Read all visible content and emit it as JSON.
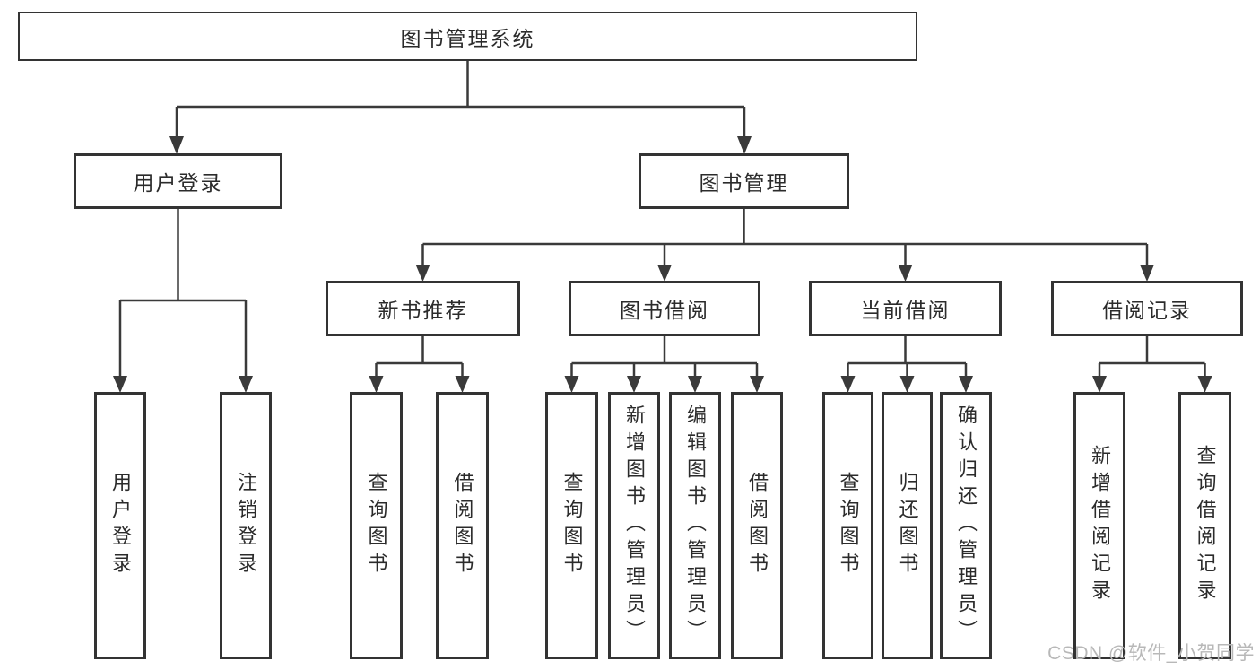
{
  "colors": {
    "background": "#ffffff",
    "line": "#3a3a3a",
    "box_border": "#333333",
    "text": "#2b2b2b",
    "watermark": "#b8b8b8"
  },
  "diagram": {
    "root": "图书管理系统",
    "level2": {
      "user_login": "用户登录",
      "book_management": "图书管理"
    },
    "level3": {
      "new_book_recommend": "新书推荐",
      "book_borrow": "图书借阅",
      "current_borrow": "当前借阅",
      "borrow_records": "借阅记录"
    },
    "level4": {
      "user_login": "用户登录",
      "logout": "注销登录",
      "recommend_query_books": "查询图书",
      "recommend_borrow_books": "借阅图书",
      "borrow_query_books": "查询图书",
      "borrow_add_books_admin": "新增图书（管理员）",
      "borrow_edit_books_admin": "编辑图书（管理员）",
      "borrow_borrow_books": "借阅图书",
      "current_query_books": "查询图书",
      "current_return_books": "归还图书",
      "current_confirm_return_admin": "确认归还（管理员）",
      "records_add_record": "新增借阅记录",
      "records_query_record": "查询借阅记录"
    }
  },
  "watermark": {
    "text": "CSDN @软件_小贺同学"
  }
}
